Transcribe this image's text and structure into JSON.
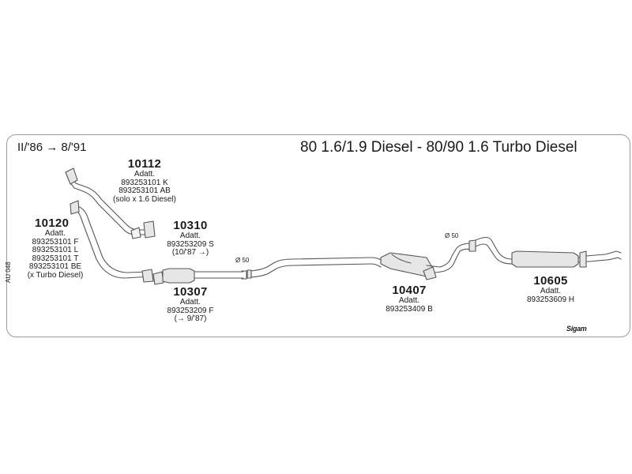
{
  "header": {
    "date_range": "II/'86 → 8/'91",
    "title": "80 1.6/1.9 Diesel - 80/90 1.6 Turbo Diesel"
  },
  "side_code": "AU 048",
  "logo_text": "Sigam",
  "diameters": [
    "Ø 50",
    "Ø 50"
  ],
  "parts": [
    {
      "id": "p10112",
      "number": "10112",
      "lines": [
        "Adatt.",
        "893253101 K",
        "893253101 AB",
        "(solo x 1.6 Diesel)"
      ]
    },
    {
      "id": "p10120",
      "number": "10120",
      "lines": [
        "Adatt.",
        "893253101 F",
        "893253101 L",
        "893253101 T",
        "893253101 BE",
        "(x Turbo Diesel)"
      ]
    },
    {
      "id": "p10310",
      "number": "10310",
      "lines": [
        "Adatt.",
        "893253209 S",
        "(10/'87 →)"
      ]
    },
    {
      "id": "p10307",
      "number": "10307",
      "lines": [
        "Adatt.",
        "893253209 F",
        "(→ 9/'87)"
      ]
    },
    {
      "id": "p10407",
      "number": "10407",
      "lines": [
        "Adatt.",
        "893253409 B"
      ]
    },
    {
      "id": "p10605",
      "number": "10605",
      "lines": [
        "Adatt.",
        "893253609 H"
      ]
    }
  ],
  "colors": {
    "line": "#555555",
    "fill": "#e6e6e6",
    "frame": "#9a9a9a"
  }
}
